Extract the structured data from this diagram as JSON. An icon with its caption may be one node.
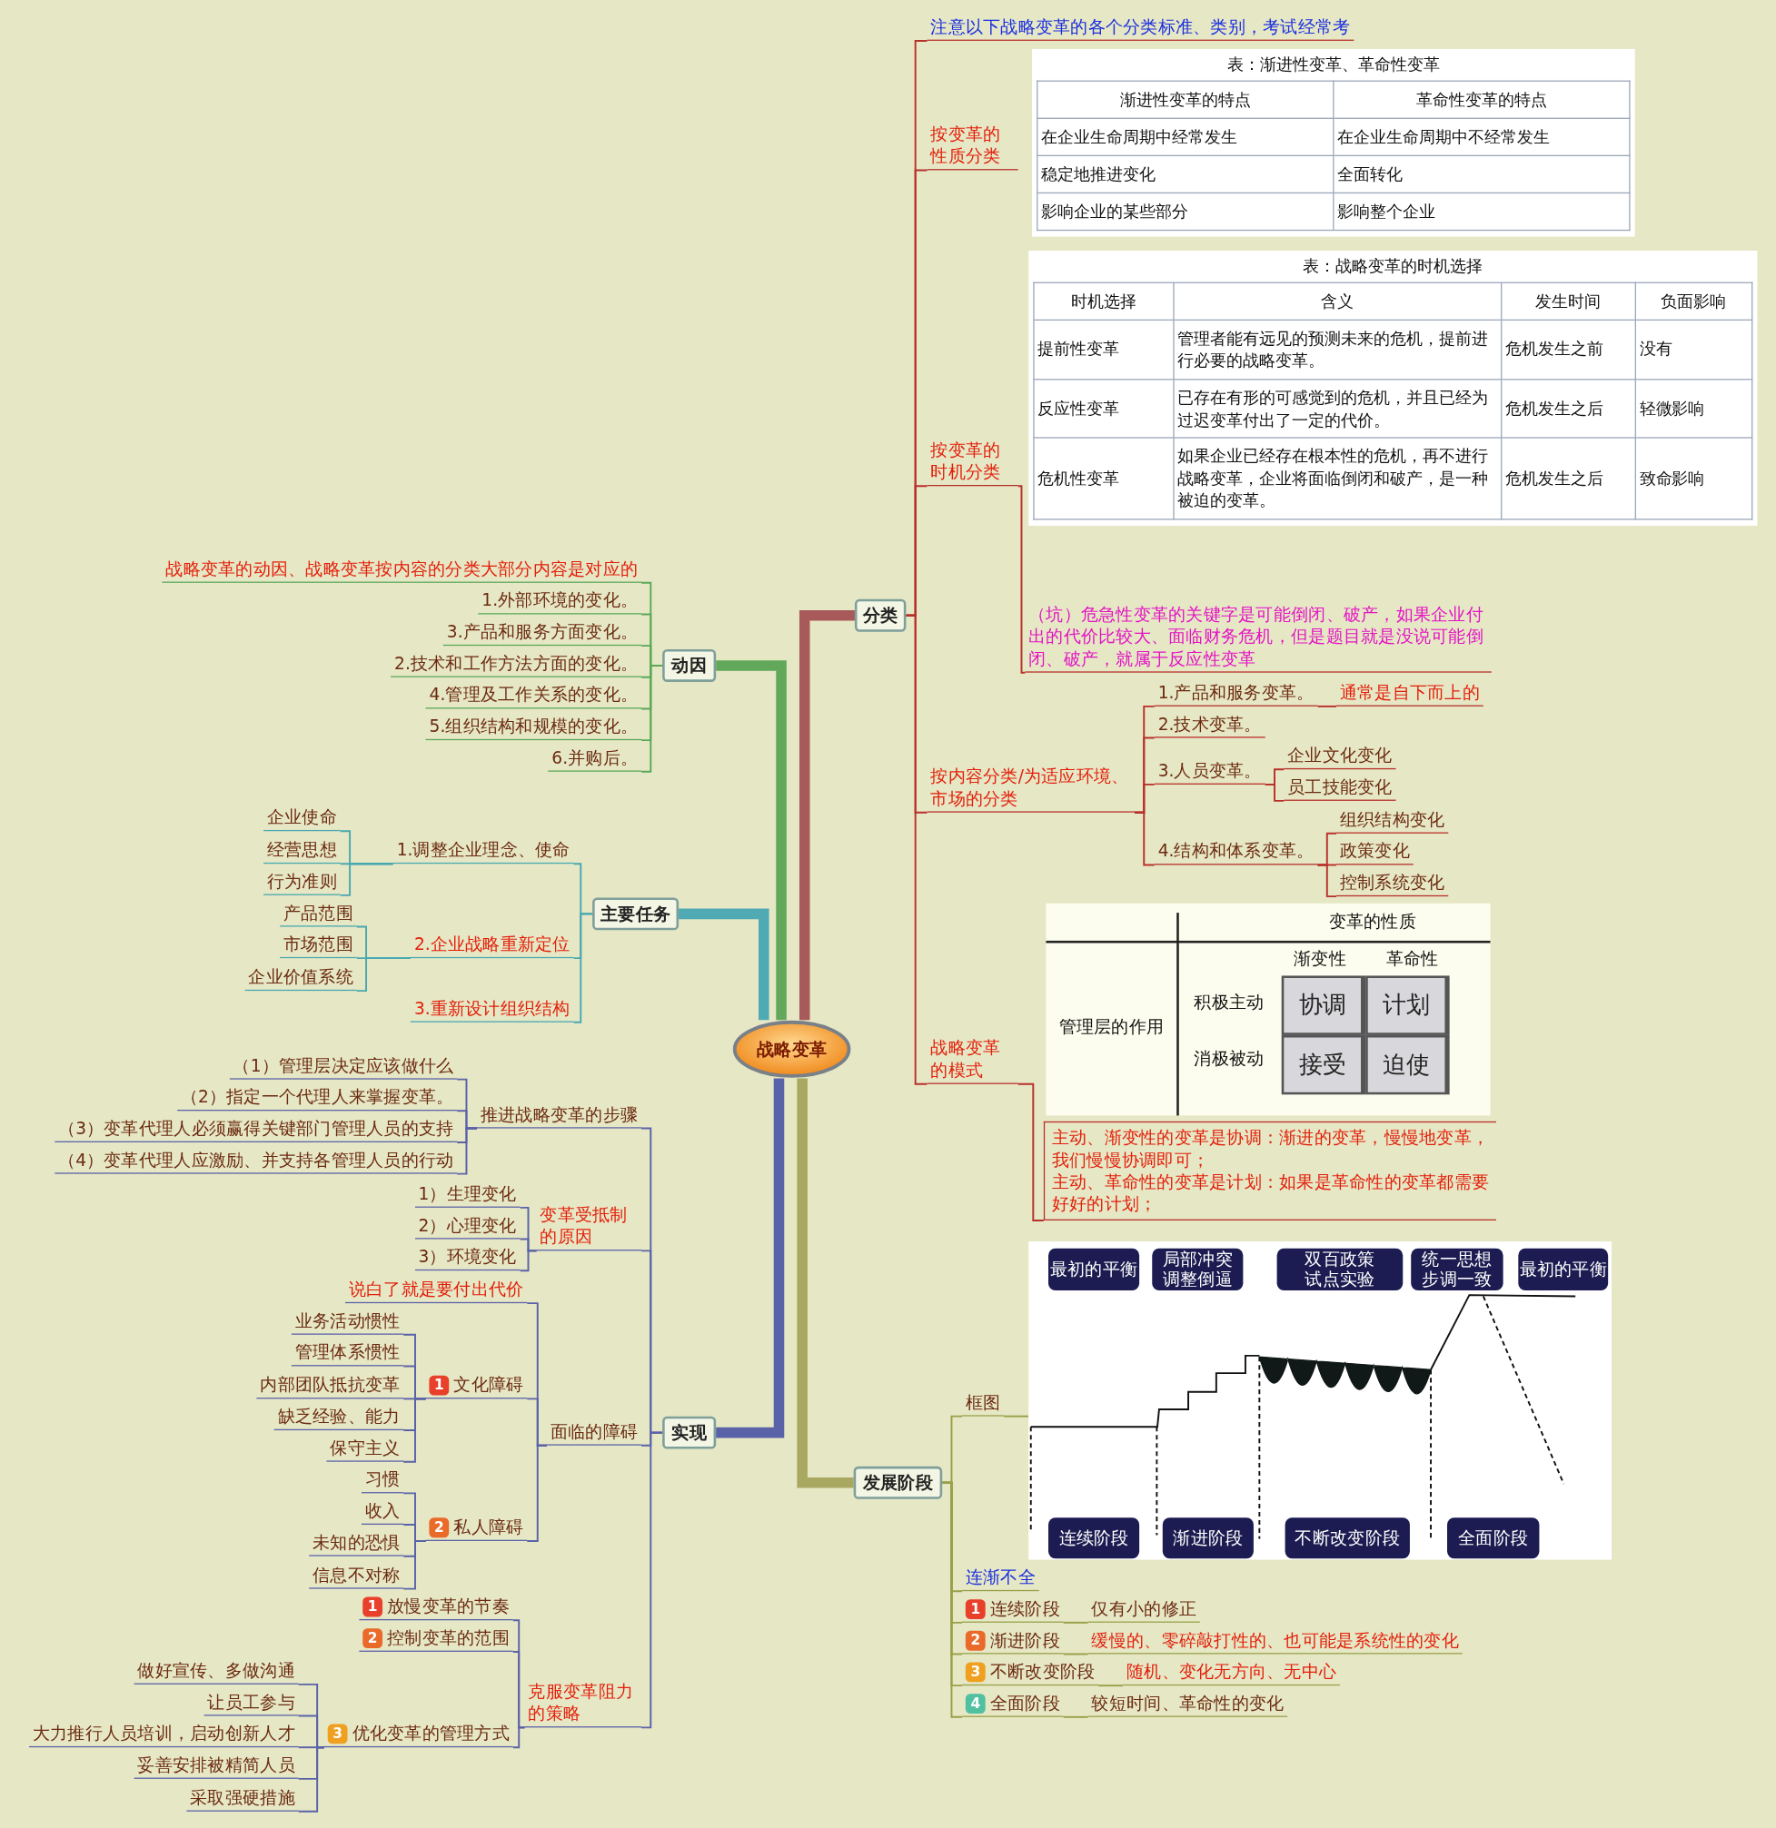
{
  "diagram": {
    "nodes": [
      {
        "text": [
          "战略变革"
        ]
      },
      {
        "text": [
          "分类"
        ]
      },
      {
        "text": [
          "动因"
        ]
      },
      {
        "text": [
          "主要任务"
        ]
      },
      {
        "text": [
          "实现"
        ]
      },
      {
        "text": [
          "发展阶段"
        ]
      },
      {
        "text": [
          "注意以下战略变革的各个分类标准、类别，考试经常考"
        ]
      },
      {
        "text": [
          "按变革的性质分类"
        ]
      },
      {
        "text": [
          "按变革的时机分类"
        ]
      },
      {
        "text": [
          "（坑）危急性变革的关键字是可能倒闭、破产，如果企业付出的代价比较大、面临财务危机，但是题目就是没说可能倒闭、破产，就属于反应性变革"
        ]
      },
      {
        "text": [
          "按内容分类/为适应环境、市场的分类"
        ]
      },
      {
        "text": [
          "1.产品和服务变革。"
        ]
      },
      {
        "text": [
          "通常是自下而上的"
        ]
      },
      {
        "text": [
          "2.技术变革。"
        ]
      },
      {
        "text": [
          "3.人员变革。"
        ]
      },
      {
        "text": [
          "企业文化变化"
        ]
      },
      {
        "text": [
          "员工技能变化"
        ]
      },
      {
        "text": [
          "4.结构和体系变革。"
        ]
      },
      {
        "text": [
          "组织结构变化"
        ]
      },
      {
        "text": [
          "政策变化"
        ]
      },
      {
        "text": [
          "控制系统变化"
        ]
      },
      {
        "text": [
          "战略变革的模式"
        ]
      },
      {
        "text": [
          "主动、渐变性的变革是协调：渐进的变革，慢慢地变革，我们慢慢协调即可；",
          "主动、革命性的变革是计划：如果是革命性的变革都需要好好的计划；"
        ]
      },
      {
        "text": [
          "战略变革的动因、战略变革按内容的分类大部分内容是对应的"
        ]
      },
      {
        "text": [
          "1.外部环境的变化。"
        ]
      },
      {
        "text": [
          "3.产品和服务方面变化。"
        ]
      },
      {
        "text": [
          "2.技术和工作方法方面的变化。"
        ]
      },
      {
        "text": [
          "4.管理及工作关系的变化。"
        ]
      },
      {
        "text": [
          "5.组织结构和规模的变化。"
        ]
      },
      {
        "text": [
          "6.并购后。"
        ]
      },
      {
        "text": [
          "1.调整企业理念、使命"
        ]
      },
      {
        "text": [
          "企业使命"
        ]
      },
      {
        "text": [
          "经营思想"
        ]
      },
      {
        "text": [
          "行为准则"
        ]
      },
      {
        "text": [
          "2.企业战略重新定位"
        ]
      },
      {
        "text": [
          "产品范围"
        ]
      },
      {
        "text": [
          "市场范围"
        ]
      },
      {
        "text": [
          "企业价值系统"
        ]
      },
      {
        "text": [
          "3.重新设计组织结构"
        ]
      },
      {
        "text": [
          "推进战略变革的步骤"
        ]
      },
      {
        "text": [
          "（1）管理层决定应该做什么"
        ]
      },
      {
        "text": [
          "（2）指定一个代理人来掌握变革。"
        ]
      },
      {
        "text": [
          "（3）变革代理人必须赢得关键部门管理人员的支持"
        ]
      },
      {
        "text": [
          "（4）变革代理人应激励、并支持各管理人员的行动"
        ]
      },
      {
        "text": [
          "变革受抵制的原因"
        ]
      },
      {
        "text": [
          "1）生理变化"
        ]
      },
      {
        "text": [
          "2）心理变化"
        ]
      },
      {
        "text": [
          "3）环境变化"
        ]
      },
      {
        "text": [
          "面临的障碍"
        ]
      },
      {
        "text": [
          "说白了就是要付出代价"
        ]
      },
      {
        "text": [
          "1",
          "文化障碍"
        ]
      },
      {
        "text": [
          "业务活动惯性"
        ]
      },
      {
        "text": [
          "管理体系惯性"
        ]
      },
      {
        "text": [
          "内部团队抵抗变革"
        ]
      },
      {
        "text": [
          "缺乏经验、能力"
        ]
      },
      {
        "text": [
          "保守主义"
        ]
      },
      {
        "text": [
          "2",
          "私人障碍"
        ]
      },
      {
        "text": [
          "习惯"
        ]
      },
      {
        "text": [
          "收入"
        ]
      },
      {
        "text": [
          "未知的恐惧"
        ]
      },
      {
        "text": [
          "信息不对称"
        ]
      },
      {
        "text": [
          "克服变革阻力的策略"
        ]
      },
      {
        "text": [
          "1",
          "放慢变革的节奏"
        ]
      },
      {
        "text": [
          "2",
          "控制变革的范围"
        ]
      },
      {
        "text": [
          "3",
          "优化变革的管理方式"
        ]
      },
      {
        "text": [
          "做好宣传、多做沟通"
        ]
      },
      {
        "text": [
          "让员工参与"
        ]
      },
      {
        "text": [
          "大力推行人员培训，启动创新人才"
        ]
      },
      {
        "text": [
          "妥善安排被精简人员"
        ]
      },
      {
        "text": [
          "采取强硬措施"
        ]
      },
      {
        "text": [
          "框图"
        ]
      },
      {
        "text": [
          "连渐不全"
        ]
      },
      {
        "text": [
          "1",
          "连续阶段"
        ]
      },
      {
        "text": [
          "仅有小的修正"
        ]
      },
      {
        "text": [
          "2",
          "渐进阶段"
        ]
      },
      {
        "text": [
          "缓慢的、零碎敲打性的、也可能是系统性的变化"
        ]
      },
      {
        "text": [
          "3",
          "不断改变阶段"
        ]
      },
      {
        "text": [
          "随机、变化无方向、无中心"
        ]
      },
      {
        "text": [
          "4",
          "全面阶段"
        ]
      },
      {
        "text": [
          "较短时间、革命性的变化"
        ]
      },
      {
        "text": [],
        "shape": "picture"
      },
      {
        "text": [
          "最初的平衡"
        ],
        "in": 80
      },
      {
        "text": [
          "局部冲突调整倒逼"
        ],
        "in": 80
      },
      {
        "text": [
          "双百政策试点实验"
        ],
        "in": 80
      },
      {
        "text": [
          "统一思想步调一致"
        ],
        "in": 80
      },
      {
        "text": [
          "最初的平衡"
        ],
        "in": 80
      },
      {
        "text": [
          "连续阶段"
        ],
        "in": 80
      },
      {
        "text": [
          "渐进阶段"
        ],
        "in": 80
      },
      {
        "text": [
          "不断改变阶段"
        ],
        "in": 80
      },
      {
        "text": [
          "全面阶段"
        ],
        "in": 80
      }
    ],
    "edges": [
      {
        "from": 0,
        "to": 1,
        "arrow": "none",
        "style": "thick",
        "color": "#a85a5a"
      },
      {
        "from": 0,
        "to": 2,
        "arrow": "none",
        "style": "thick",
        "color": "#62a85a"
      },
      {
        "from": 0,
        "to": 3,
        "arrow": "none",
        "style": "thick",
        "color": "#50aab4"
      },
      {
        "from": 0,
        "to": 4,
        "arrow": "none",
        "style": "thick"
      },
      {
        "from": 0,
        "to": 5,
        "arrow": "none",
        "style": "thick",
        "color": "#a8a860"
      },
      {
        "from": 1,
        "to": 6,
        "arrow": "none",
        "color": "#b8302a"
      },
      {
        "from": 1,
        "to": 7,
        "arrow": "none",
        "color": "#b8302a"
      },
      {
        "from": 1,
        "to": 8,
        "arrow": "none",
        "color": "#b8302a"
      },
      {
        "from": 8,
        "to": 9,
        "arrow": "none",
        "color": "#b8302a"
      },
      {
        "from": 1,
        "to": 10,
        "arrow": "none",
        "color": "#b8302a"
      },
      {
        "from": 10,
        "to": 11,
        "arrow": "none",
        "color": "#b8302a"
      },
      {
        "from": 11,
        "to": 12,
        "arrow": "none",
        "color": "#b8302a"
      },
      {
        "from": 10,
        "to": 13,
        "arrow": "none",
        "color": "#b8302a"
      },
      {
        "from": 10,
        "to": 14,
        "arrow": "none",
        "color": "#b8302a"
      },
      {
        "from": 14,
        "to": 15,
        "arrow": "none",
        "color": "#b8302a"
      },
      {
        "from": 14,
        "to": 16,
        "arrow": "none",
        "color": "#b8302a"
      },
      {
        "from": 10,
        "to": 17,
        "arrow": "none",
        "color": "#b8302a"
      },
      {
        "from": 17,
        "to": 18,
        "arrow": "none",
        "color": "#b8302a"
      },
      {
        "from": 17,
        "to": 19,
        "arrow": "none",
        "color": "#b8302a"
      },
      {
        "from": 17,
        "to": 20,
        "arrow": "none",
        "color": "#b8302a"
      },
      {
        "from": 1,
        "to": 21,
        "arrow": "none",
        "color": "#b8302a"
      },
      {
        "from": 21,
        "to": 22,
        "arrow": "none",
        "color": "#b8302a"
      },
      {
        "from": 2,
        "to": 23,
        "arrow": "none",
        "color": "#5aa85a"
      },
      {
        "from": 2,
        "to": 24,
        "arrow": "none",
        "color": "#5aa85a"
      },
      {
        "from": 2,
        "to": 25,
        "arrow": "none",
        "color": "#5aa85a"
      },
      {
        "from": 2,
        "to": 26,
        "arrow": "none",
        "color": "#5aa85a"
      },
      {
        "from": 2,
        "to": 27,
        "arrow": "none",
        "color": "#5aa85a"
      },
      {
        "from": 2,
        "to": 28,
        "arrow": "none",
        "color": "#5aa85a"
      },
      {
        "from": 2,
        "to": 29,
        "arrow": "none",
        "color": "#5aa85a"
      },
      {
        "from": 3,
        "to": 30,
        "arrow": "none",
        "color": "#48a8b0"
      },
      {
        "from": 30,
        "to": 31,
        "arrow": "none",
        "color": "#48a8b0"
      },
      {
        "from": 30,
        "to": 32,
        "arrow": "none",
        "color": "#48a8b0"
      },
      {
        "from": 30,
        "to": 33,
        "arrow": "none",
        "color": "#48a8b0"
      },
      {
        "from": 3,
        "to": 34,
        "arrow": "none",
        "color": "#48a8b0"
      },
      {
        "from": 34,
        "to": 35,
        "arrow": "none",
        "color": "#48a8b0"
      },
      {
        "from": 34,
        "to": 36,
        "arrow": "none",
        "color": "#48a8b0"
      },
      {
        "from": 34,
        "to": 37,
        "arrow": "none",
        "color": "#48a8b0"
      },
      {
        "from": 3,
        "to": 38,
        "arrow": "none",
        "color": "#48a8b0"
      },
      {
        "from": 4,
        "to": 39,
        "arrow": "none"
      },
      {
        "from": 39,
        "to": 40,
        "arrow": "none"
      },
      {
        "from": 39,
        "to": 41,
        "arrow": "none"
      },
      {
        "from": 39,
        "to": 42,
        "arrow": "none"
      },
      {
        "from": 39,
        "to": 43,
        "arrow": "none"
      },
      {
        "from": 4,
        "to": 44,
        "arrow": "none"
      },
      {
        "from": 44,
        "to": 45,
        "arrow": "none"
      },
      {
        "from": 44,
        "to": 46,
        "arrow": "none"
      },
      {
        "from": 44,
        "to": 47,
        "arrow": "none"
      },
      {
        "from": 4,
        "to": 48,
        "arrow": "none"
      },
      {
        "from": 48,
        "to": 49,
        "arrow": "none"
      },
      {
        "from": 48,
        "to": 50,
        "arrow": "none"
      },
      {
        "from": 50,
        "to": 51,
        "arrow": "none"
      },
      {
        "from": 50,
        "to": 52,
        "arrow": "none"
      },
      {
        "from": 50,
        "to": 53,
        "arrow": "none"
      },
      {
        "from": 50,
        "to": 54,
        "arrow": "none"
      },
      {
        "from": 50,
        "to": 55,
        "arrow": "none"
      },
      {
        "from": 48,
        "to": 56,
        "arrow": "none"
      },
      {
        "from": 56,
        "to": 57,
        "arrow": "none"
      },
      {
        "from": 56,
        "to": 58,
        "arrow": "none"
      },
      {
        "from": 56,
        "to": 59,
        "arrow": "none"
      },
      {
        "from": 56,
        "to": 60,
        "arrow": "none"
      },
      {
        "from": 4,
        "to": 61,
        "arrow": "none"
      },
      {
        "from": 61,
        "to": 62,
        "arrow": "none"
      },
      {
        "from": 61,
        "to": 63,
        "arrow": "none"
      },
      {
        "from": 61,
        "to": 64,
        "arrow": "none"
      },
      {
        "from": 64,
        "to": 65,
        "arrow": "none"
      },
      {
        "from": 64,
        "to": 66,
        "arrow": "none"
      },
      {
        "from": 64,
        "to": 67,
        "arrow": "none"
      },
      {
        "from": 64,
        "to": 68,
        "arrow": "none"
      },
      {
        "from": 64,
        "to": 69,
        "arrow": "none"
      },
      {
        "from": 5,
        "to": 70,
        "arrow": "none",
        "color": "#98a048"
      },
      {
        "from": 70,
        "to": 80,
        "arrow": "none",
        "color": "#98a048"
      },
      {
        "from": 5,
        "to": 71,
        "arrow": "none",
        "color": "#98a048"
      },
      {
        "from": 5,
        "to": 72,
        "arrow": "none",
        "color": "#98a048"
      },
      {
        "from": 72,
        "to": 73,
        "arrow": "none",
        "color": "#98a048"
      },
      {
        "from": 5,
        "to": 74,
        "arrow": "none",
        "color": "#98a048"
      },
      {
        "from": 74,
        "to": 75,
        "arrow": "none",
        "color": "#98a048"
      },
      {
        "from": 5,
        "to": 76,
        "arrow": "none",
        "color": "#98a048"
      },
      {
        "from": 76,
        "to": 77,
        "arrow": "none",
        "color": "#98a048"
      },
      {
        "from": 5,
        "to": 78,
        "arrow": "none",
        "color": "#98a048"
      },
      {
        "from": 78,
        "to": 79,
        "arrow": "none",
        "color": "#98a048"
      }
    ],
    "labels": [
      "表：渐进性变革、革命性变革",
      "渐进性变革的特点",
      "革命性变革的特点",
      "在企业生命周期中经常发生",
      "在企业生命周期中不经常发生",
      "稳定地推进变化",
      "全面转化",
      "影响企业的某些部分",
      "影响整个企业",
      "表：战略变革的时机选择",
      "时机选择",
      "含义",
      "发生时间",
      "负面影响",
      "提前性变革",
      "管理者能有远见的预测未来的危机，提前进行必要的战略变革。",
      "危机发生之前",
      "没有",
      "反应性变革",
      "已存在有形的可感觉到的危机，并且已经为过迟变革付出了一定的代价。",
      "危机发生之后",
      "轻微影响",
      "危机性变革",
      "如果企业已经存在根本性的危机，再不进行战略变革，企业将面临倒闭和破产，是一种被迫的变革。",
      "危机发生之后",
      "致命影响",
      "变革的性质",
      "渐变性",
      "革命性",
      "管理层的作用",
      "积极主动",
      "协调",
      "计划",
      "消极被动",
      "接受",
      "迫使"
    ]
  }
}
